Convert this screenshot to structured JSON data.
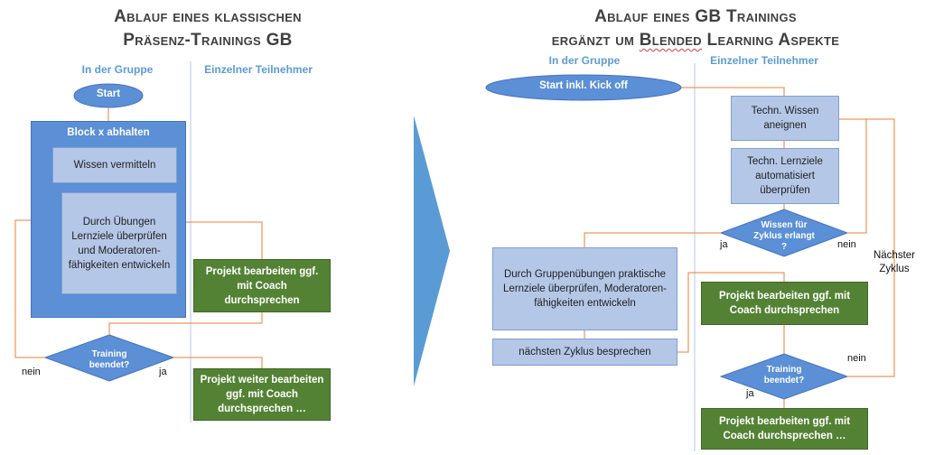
{
  "left": {
    "title_line1": "Ablauf eines klassischen",
    "title_line2": "Präsenz-Trainings GB",
    "lane_group": "In der Gruppe",
    "lane_single": "Einzelner Teilnehmer",
    "start": "Start",
    "block_label": "Block x abhalten",
    "wissen": "Wissen vermitteln",
    "uebungen": "Durch Übungen Lernziele überprüfen und Moderatoren-fähigkeiten entwickeln",
    "projekt": "Projekt bearbeiten ggf. mit Coach durchsprechen",
    "decision": "Training beendet?",
    "nein": "nein",
    "ja": "ja",
    "projekt_weiter": "Projekt weiter bearbeiten ggf. mit Coach durchsprechen …"
  },
  "right": {
    "title_line1": "Ablauf eines GB Trainings",
    "title_line2_a": "ergänzt um ",
    "title_line2_b": "Blended",
    "title_line2_c": " Learning Aspekte",
    "lane_group": "In der Gruppe",
    "lane_single": "Einzelner Teilnehmer",
    "start": "Start inkl. Kick off",
    "wissen": "Techn. Wissen aneignen",
    "lernziele": "Techn. Lernziele automatisiert überprüfen",
    "decision1": "Wissen für Zyklus erlangt ?",
    "ja1": "ja",
    "nein1": "nein",
    "naechster_zyklus": "Nächster Zyklus",
    "gruppenuebungen": "Durch Gruppenübungen praktische Lernziele überprüfen, Moderatoren-fähigkeiten entwickeln",
    "besprechen": "nächsten Zyklus besprechen",
    "projekt": "Projekt bearbeiten ggf. mit Coach durchsprechen",
    "decision2": "Training beendet?",
    "nein2": "nein",
    "ja2": "ja",
    "projekt_end": "Projekt bearbeiten ggf. mit Coach durchsprechen …"
  },
  "colors": {
    "blue": "#5b9bd5",
    "light_blue": "#b4c7e7",
    "green": "#548235",
    "connector": "#ed7d31",
    "arrow": "#5b9bd5"
  }
}
